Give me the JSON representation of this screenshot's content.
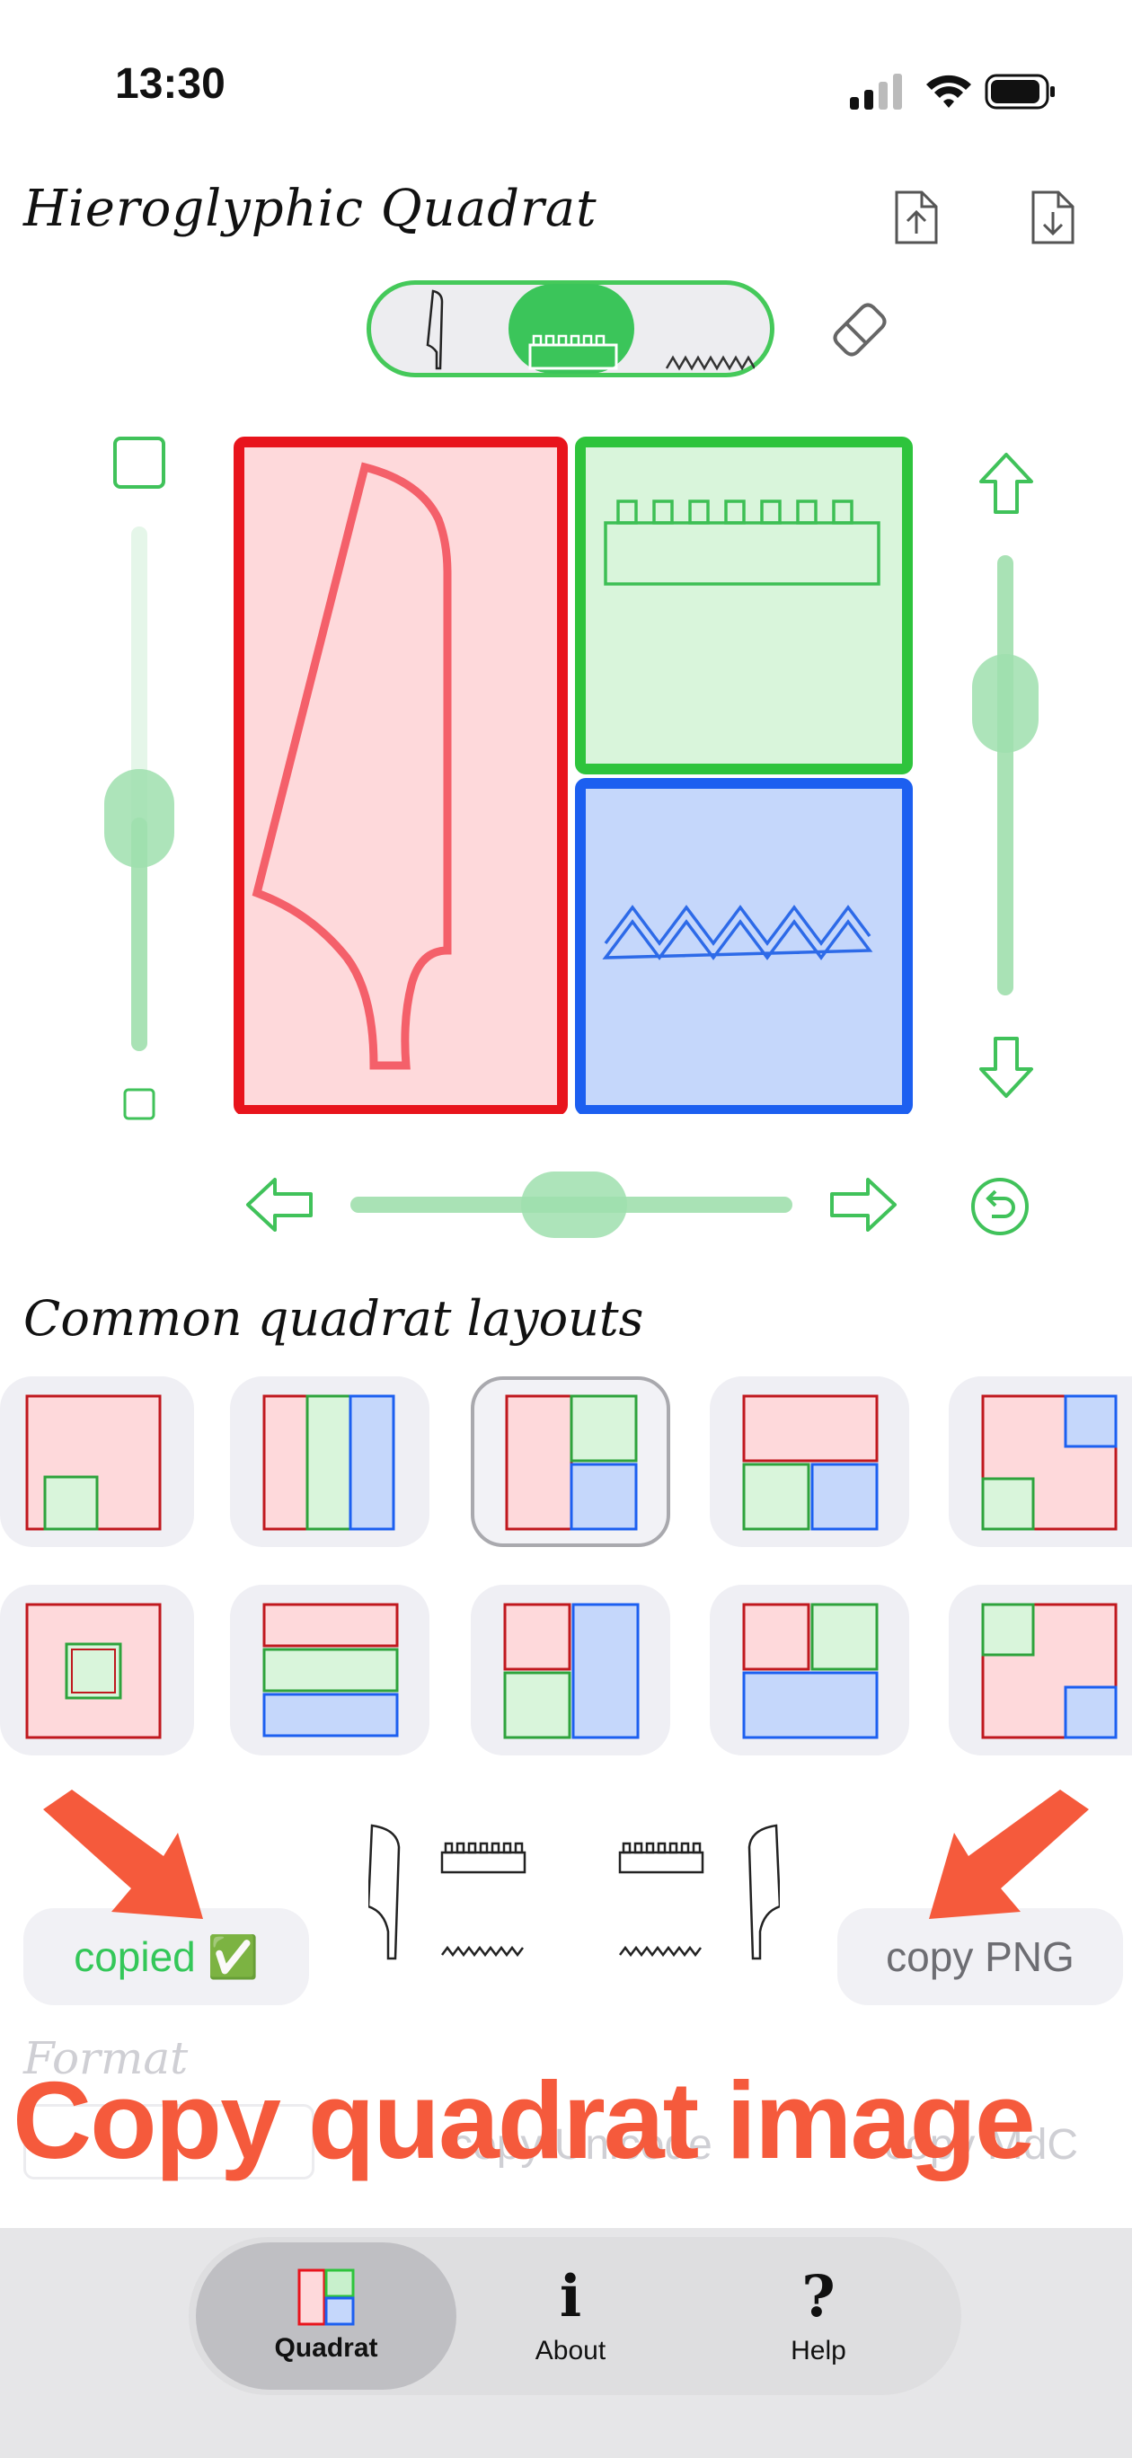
{
  "status": {
    "time": "13:30"
  },
  "app": {
    "title": "Hieroglyphic Quadrat"
  },
  "toolbar": {
    "export_icon": "share-up-icon",
    "import_icon": "download-icon",
    "eraser_icon": "eraser-icon"
  },
  "layouts": {
    "title": "Common quadrat layouts",
    "selected_index": 2
  },
  "copy": {
    "copied_label": "copied ✅",
    "png_label": "copy PNG"
  },
  "format": {
    "label": "Format",
    "unicode_label": "copy Unicode",
    "mdc_label": "copy MdC"
  },
  "caption": {
    "text": "Copy quadrat image"
  },
  "tabs": [
    {
      "label": "Quadrat",
      "active": true
    },
    {
      "glyph": "i",
      "label": "About",
      "active": false
    },
    {
      "glyph": "?",
      "label": "Help",
      "active": false
    }
  ],
  "colors": {
    "accent": "#34c759",
    "red": "#e8141c",
    "green": "#2ec43c",
    "blue": "#1c5ff0",
    "annotation": "#f55a3c"
  }
}
